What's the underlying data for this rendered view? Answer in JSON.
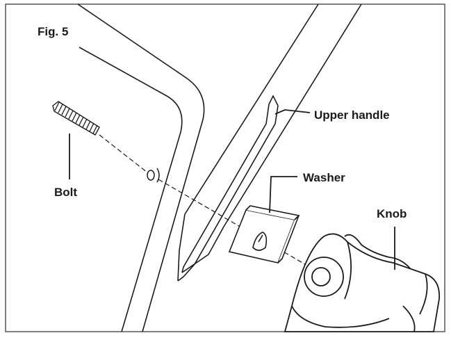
{
  "figure": {
    "title": "Fig. 5",
    "labels": {
      "upper_handle": "Upper handle",
      "washer": "Washer",
      "bolt": "Bolt",
      "knob": "Knob"
    }
  },
  "colors": {
    "line": "#1a1a1a",
    "background": "#ffffff"
  }
}
